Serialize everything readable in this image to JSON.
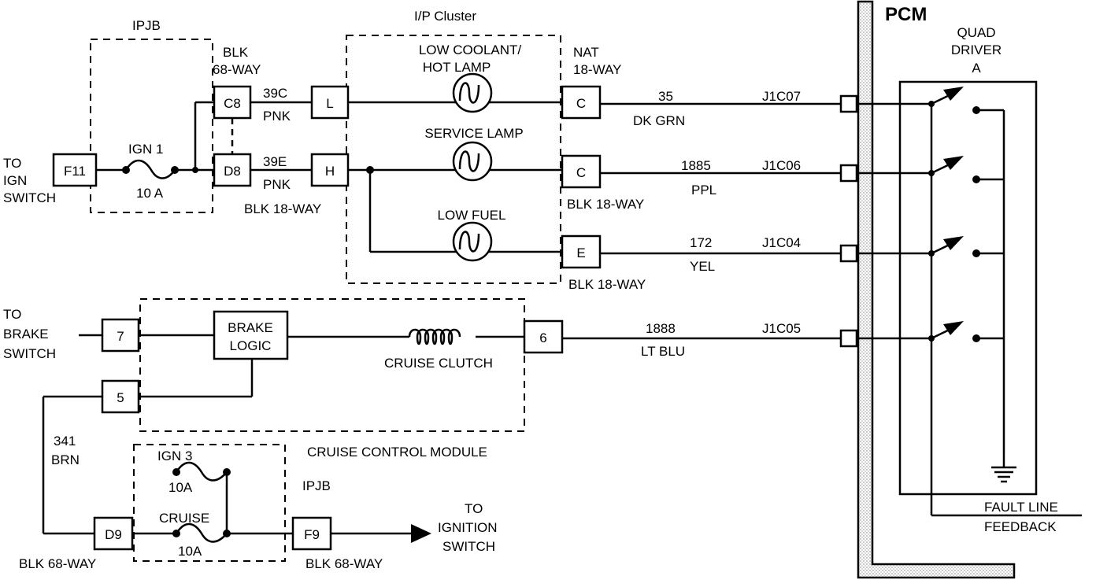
{
  "pcm": {
    "title": "PCM",
    "quad_driver": [
      "QUAD",
      "DRIVER",
      "A"
    ],
    "fault": [
      "FAULT LINE",
      "FEEDBACK"
    ]
  },
  "ipjb_top": {
    "title": "IPJB",
    "fuse_name": "IGN 1",
    "fuse_rating": "10 A",
    "conn_c8": "C8",
    "conn_d8": "D8",
    "blk68": [
      "BLK",
      "68-WAY"
    ],
    "blk18": "BLK 18-WAY"
  },
  "ign_switch": {
    "lines": [
      "TO",
      "IGN",
      "SWITCH"
    ],
    "conn": "F11"
  },
  "cluster": {
    "title": "I/P Cluster",
    "lamp1": [
      "LOW COOLANT/",
      "HOT LAMP"
    ],
    "lamp2": "SERVICE LAMP",
    "lamp3": "LOW FUEL",
    "conn_l": "L",
    "conn_h": "H",
    "conn_c1": "C",
    "conn_c2": "C",
    "conn_e": "E",
    "nat18": [
      "NAT",
      "18-WAY"
    ],
    "blk18_a": "BLK 18-WAY",
    "blk18_b": "BLK 18-WAY"
  },
  "wires": {
    "w39c": [
      "39C",
      "PNK"
    ],
    "w39e": [
      "39E",
      "PNK"
    ],
    "w35": [
      "35",
      "DK GRN",
      "J1C07"
    ],
    "w1885": [
      "1885",
      "PPL",
      "J1C06"
    ],
    "w172": [
      "172",
      "YEL",
      "J1C04"
    ],
    "w1888": [
      "1888",
      "LT BLU",
      "J1C05"
    ],
    "w341": [
      "341",
      "BRN"
    ]
  },
  "cruise": {
    "brake_switch": [
      "TO",
      "BRAKE",
      "SWITCH"
    ],
    "pin7": "7",
    "pin5": "5",
    "pin6": "6",
    "brake_logic": [
      "BRAKE",
      "LOGIC"
    ],
    "clutch": "CRUISE CLUTCH",
    "module": "CRUISE CONTROL MODULE"
  },
  "ipjb_bottom": {
    "title": "IPJB",
    "ign3": "IGN 3",
    "ign3_rating": "10A",
    "cruise": "CRUISE",
    "cruise_rating": "10A",
    "d9": "D9",
    "f9": "F9",
    "blk68_a": "BLK 68-WAY",
    "blk68_b": "BLK 68-WAY",
    "ign_switch": [
      "TO",
      "IGNITION",
      "SWITCH"
    ]
  }
}
